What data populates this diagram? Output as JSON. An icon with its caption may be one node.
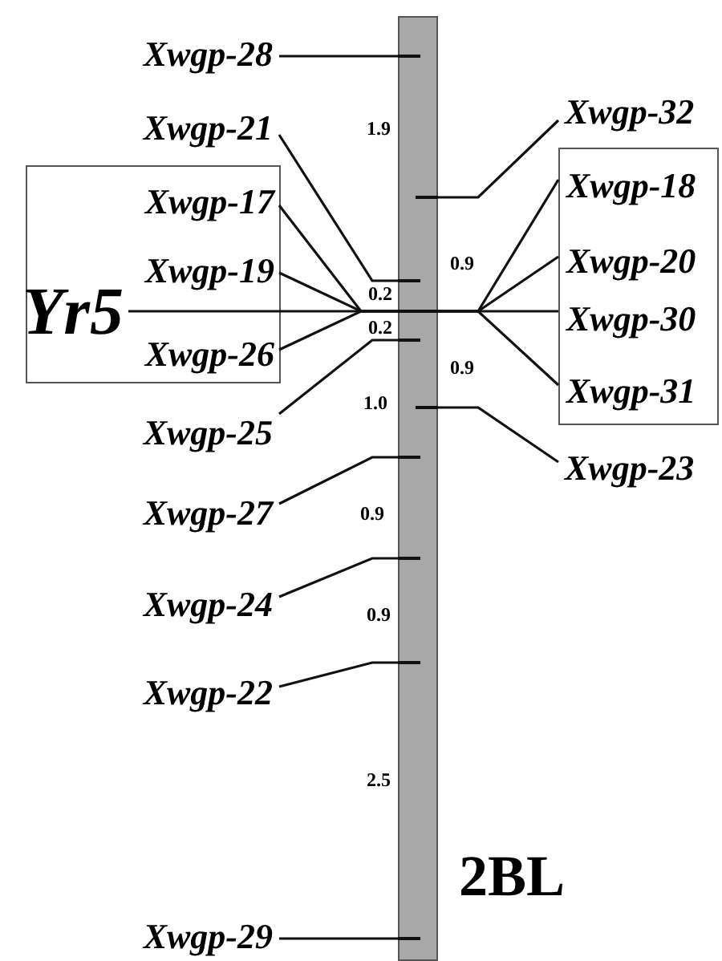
{
  "diagram": {
    "nodes": [
      {
        "text": [],
        "shape": "bar",
        "beside": [
          "2BL"
        ]
      },
      {
        "text": [
          "Xwgp-28"
        ]
      },
      {
        "text": [
          "Xwgp-32"
        ]
      },
      {
        "text": [
          "Xwgp-21"
        ]
      },
      {
        "text": [],
        "shape": "box"
      },
      {
        "text": [
          "Xwgp-17"
        ],
        "in": 4
      },
      {
        "text": [
          "Xwgp-19"
        ],
        "in": 4
      },
      {
        "text": [
          "Yr5"
        ],
        "in": 4
      },
      {
        "text": [
          "Xwgp-26"
        ],
        "in": 4
      },
      {
        "text": [],
        "shape": "box"
      },
      {
        "text": [
          "Xwgp-18"
        ],
        "in": 9
      },
      {
        "text": [
          "Xwgp-20"
        ],
        "in": 9
      },
      {
        "text": [
          "Xwgp-30"
        ],
        "in": 9
      },
      {
        "text": [
          "Xwgp-31"
        ],
        "in": 9
      },
      {
        "text": [
          "Xwgp-25"
        ]
      },
      {
        "text": [
          "Xwgp-23"
        ]
      },
      {
        "text": [
          "Xwgp-27"
        ]
      },
      {
        "text": [
          "Xwgp-24"
        ]
      },
      {
        "text": [
          "Xwgp-22"
        ]
      },
      {
        "text": [
          "Xwgp-29"
        ]
      }
    ],
    "edges": [
      {
        "from": 1,
        "to": 0,
        "arrow": "none"
      },
      {
        "from": 2,
        "to": 0,
        "arrow": "none"
      },
      {
        "from": 3,
        "to": 0,
        "arrow": "none"
      },
      {
        "from": 5,
        "to": 0,
        "arrow": "none"
      },
      {
        "from": 6,
        "to": 0,
        "arrow": "none"
      },
      {
        "from": 7,
        "to": 0,
        "arrow": "none"
      },
      {
        "from": 8,
        "to": 0,
        "arrow": "none"
      },
      {
        "from": 10,
        "to": 0,
        "arrow": "none"
      },
      {
        "from": 11,
        "to": 0,
        "arrow": "none"
      },
      {
        "from": 12,
        "to": 0,
        "arrow": "none"
      },
      {
        "from": 13,
        "to": 0,
        "arrow": "none"
      },
      {
        "from": 14,
        "to": 0,
        "arrow": "none"
      },
      {
        "from": 15,
        "to": 0,
        "arrow": "none"
      },
      {
        "from": 16,
        "to": 0,
        "arrow": "none"
      },
      {
        "from": 17,
        "to": 0,
        "arrow": "none"
      },
      {
        "from": 18,
        "to": 0,
        "arrow": "none"
      },
      {
        "from": 19,
        "to": 0,
        "arrow": "none"
      }
    ],
    "labels": [
      "1.9",
      "0.9",
      "0.2",
      "0.2",
      "0.9",
      "1.0",
      "0.9",
      "0.9",
      "2.5"
    ]
  }
}
